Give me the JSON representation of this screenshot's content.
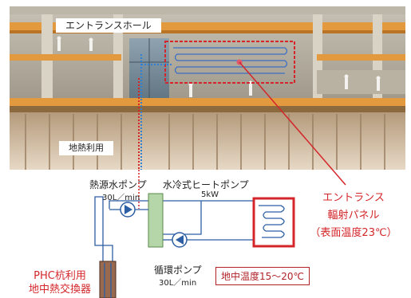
{
  "photo": {
    "entrance_hall_label": "エントランスホール",
    "geothermal_label": "地熱利用"
  },
  "diagram": {
    "heat_source_pump": {
      "label": "熱源水ポンプ",
      "spec": "30L／min"
    },
    "water_cooled_heat_pump": {
      "label": "水冷式ヒートポンプ",
      "spec": "5kW"
    },
    "circulation_pump": {
      "label": "循環ポンプ",
      "spec": "30L／min"
    },
    "ground_temp_box": "地中温度15～20℃",
    "phc_label": {
      "line1": "PHC杭利用",
      "line2": "地中熱交換器"
    },
    "radiant_panel": {
      "line1": "エントランス",
      "line2": "輻射パネル",
      "line3": "（表面温度23℃）"
    }
  },
  "colors": {
    "accent_red": "#d4262a",
    "pipe_blue": "#2c5fa3",
    "exchanger_green": "#b5d6a8"
  }
}
